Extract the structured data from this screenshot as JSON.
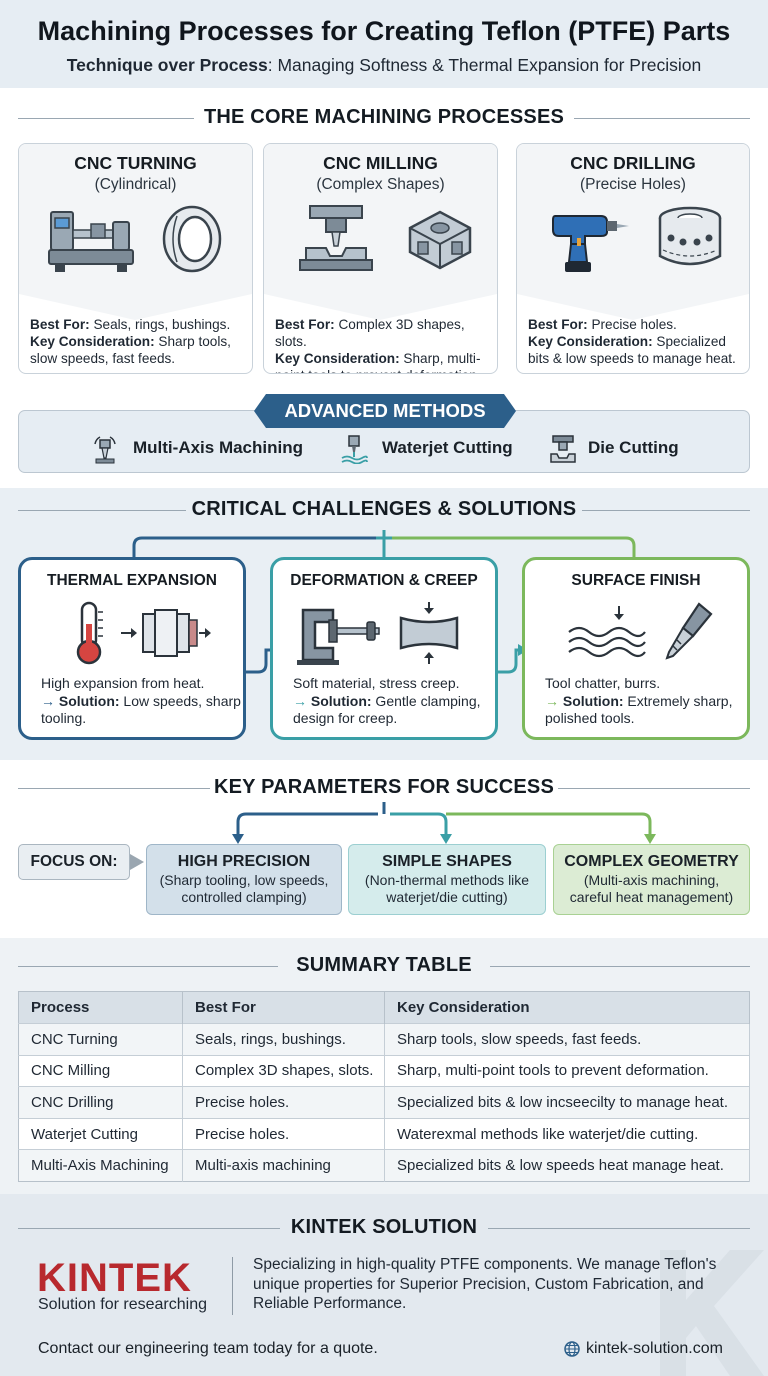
{
  "header": {
    "title": "Machining Processes for Creating Teflon (PTFE) Parts",
    "subtitle_bold": "Technique over Process",
    "subtitle_rest": ": Managing Softness & Thermal Expansion for Precision"
  },
  "core": {
    "section_title": "THE CORE MACHINING PROCESSES",
    "cards": [
      {
        "title": "CNC TURNING",
        "subtitle": "(Cylindrical)",
        "best_for_label": "Best For:",
        "best_for": " Seals, rings, bushings.",
        "key_label": "Key Consideration:",
        "key": " Sharp tools, slow speeds, fast feeds."
      },
      {
        "title": "CNC MILLING",
        "subtitle": "(Complex Shapes)",
        "best_for_label": "Best For:",
        "best_for": " Complex 3D shapes, slots.",
        "key_label": "Key Consideration:",
        "key": " Sharp, multi-point tools to prevent deformation."
      },
      {
        "title": "CNC DRILLING",
        "subtitle": "(Precise Holes)",
        "best_for_label": "Best For:",
        "best_for": " Precise holes.",
        "key_label": "Key Consideration:",
        "key": " Specialized bits & low speeds to manage heat."
      }
    ]
  },
  "advanced": {
    "title": "ADVANCED METHODS",
    "items": [
      "Multi-Axis Machining",
      "Waterjet Cutting",
      "Die Cutting"
    ]
  },
  "challenges": {
    "section_title": "CRITICAL CHALLENGES & SOLUTIONS",
    "items": [
      {
        "title": "THERMAL EXPANSION",
        "problem": "High expansion from heat.",
        "solution_label": "Solution:",
        "solution": " Low speeds, sharp tooling."
      },
      {
        "title": "DEFORMATION & CREEP",
        "problem": "Soft material, stress creep.",
        "solution_label": "Solution:",
        "solution": " Gentle clamping, design for creep."
      },
      {
        "title": "SURFACE FINISH",
        "problem": "Tool chatter, burrs.",
        "solution_label": "Solution:",
        "solution": " Extremely sharp, polished tools."
      }
    ]
  },
  "key_params": {
    "section_title": "KEY PARAMETERS FOR SUCCESS",
    "focus_label": "FOCUS ON:",
    "items": [
      {
        "title": "HIGH PRECISION",
        "line1": "(Sharp tooling, low speeds,",
        "line2": "controlled clamping)"
      },
      {
        "title": "SIMPLE SHAPES",
        "line1": "(Non-thermal methods like",
        "line2": "waterjet/die cutting)"
      },
      {
        "title": "COMPLEX GEOMETRY",
        "line1": "(Multi-axis machining,",
        "line2": "careful heat management)"
      }
    ]
  },
  "summary": {
    "section_title": "SUMMARY TABLE",
    "headers": [
      "Process",
      "Best For",
      "Key Consideration"
    ],
    "rows": [
      [
        "CNC Turning",
        "Seals, rings, bushings.",
        "Sharp tools, slow speeds, fast feeds."
      ],
      [
        "CNC Milling",
        "Complex 3D shapes, slots.",
        "Sharp, multi-point tools to prevent deformation."
      ],
      [
        "CNC Drilling",
        "Precise holes.",
        "Specialized bits & low incseecilty to manage heat."
      ],
      [
        "Waterjet Cutting",
        "Precise holes.",
        "Waterexmal methods like waterjet/die cutting."
      ],
      [
        "Multi-Axis Machining",
        "Multi-axis machining",
        "Specialized bits & low speeds heat manage heat."
      ]
    ]
  },
  "footer": {
    "section_title": "KINTEK SOLUTION",
    "logo": "KINTEK",
    "logo_sub": "Solution for researching",
    "description": "Specializing in high-quality PTFE components. We manage Teflon's unique properties for Superior Precision, Custom Fabrication, and Reliable Performance.",
    "contact": "Contact our engineering team today for a quote.",
    "website": "kintek-solution.com"
  },
  "colors": {
    "blue": "#2c5f8a",
    "teal": "#3a9fa6",
    "green": "#7cb85c",
    "accent_red": "#b8292e"
  }
}
